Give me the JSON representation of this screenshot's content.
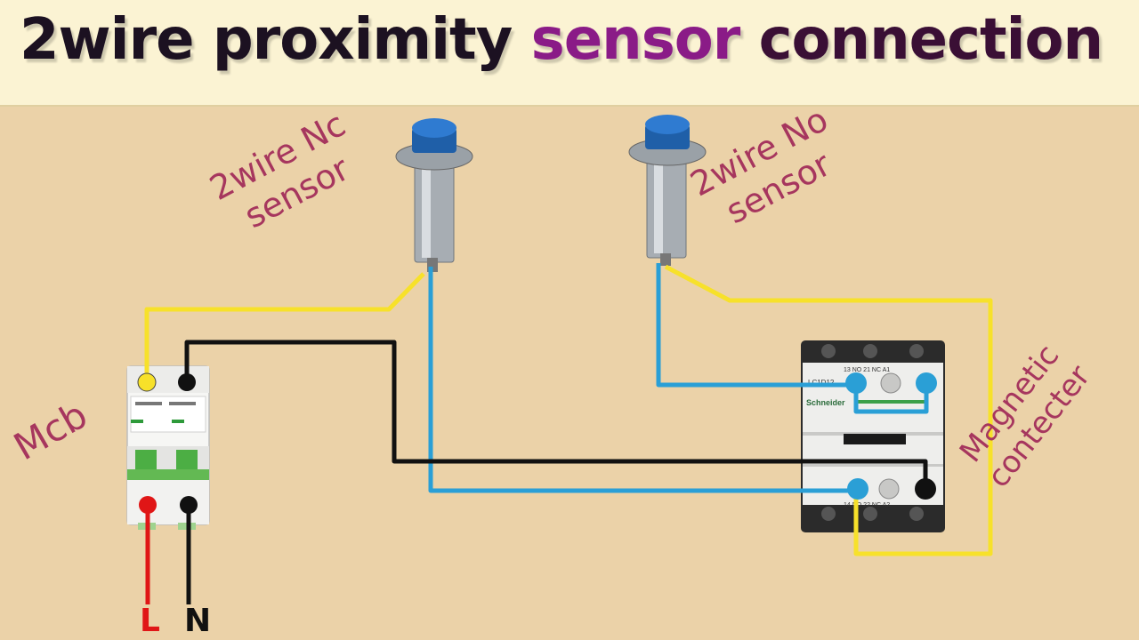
{
  "title": {
    "part1": "2wire proximity",
    "part2": "sensor",
    "part3": "connection"
  },
  "labels": {
    "nc_line1": "2wire Nc",
    "nc_line2": "sensor",
    "no_line1": "2wire No",
    "no_line2": "sensor",
    "mcb": "Mcb",
    "mag_line1": "Magnetic",
    "mag_line2": "contecter",
    "live": "L",
    "neutral": "N"
  },
  "contactor": {
    "model": "LC1D12",
    "brand": "Schneider",
    "top_terminals": "13  NO  21  NC  A1",
    "bottom_terminals": "14  NO  22  NC  A2"
  },
  "colors": {
    "yellow_wire": "#f7e12a",
    "blue_wire": "#2a9fd6",
    "black_wire": "#111111",
    "red_wire": "#e01616",
    "label": "#a6365e",
    "title_purple": "#8a1b87"
  }
}
